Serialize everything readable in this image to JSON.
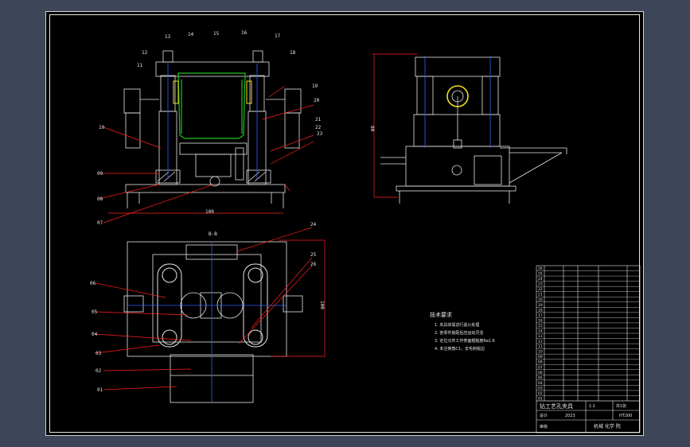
{
  "drawing": {
    "section_label": "B-B",
    "tech_heading": "技术要求",
    "tech_notes": [
      "1. 夹具体需进行退火处理",
      "2. 各零件装配后应运动灵活",
      "3. 定位元件工作表面粗糙度Ra1.6",
      "4. 未注倒角C1，去毛刺锐边"
    ],
    "top_view_labels": [
      "13",
      "14",
      "15",
      "16",
      "17",
      "11",
      "12",
      "18",
      "19",
      "20",
      "10",
      "21",
      "22",
      "23",
      "09",
      "08",
      "07"
    ],
    "bottom_view_labels": [
      "24",
      "25",
      "26",
      "06",
      "05",
      "04",
      "03",
      "02",
      "01"
    ],
    "dim_top": "100",
    "dim_side": "80",
    "dim_bottom": "100"
  },
  "title_block": {
    "title": "钻工艺孔夹具",
    "scale": "1:1",
    "sheet": "共1张",
    "material": "HT200",
    "school": "机械 化学 院",
    "drawn_by": "设计",
    "checked_by": "审核",
    "date": "2023"
  },
  "bom_rows": [
    "26",
    "25",
    "24",
    "23",
    "22",
    "21",
    "20",
    "19",
    "18",
    "17",
    "16",
    "15",
    "14",
    "13",
    "12",
    "11",
    "10",
    "09",
    "08",
    "07",
    "06",
    "05",
    "04",
    "03",
    "02",
    "01"
  ],
  "colors": {
    "line": "#e6e6e6",
    "leader": "#ff2020",
    "highlight": "#20c020",
    "accent": "#f2e020",
    "blue": "#3060ff"
  }
}
